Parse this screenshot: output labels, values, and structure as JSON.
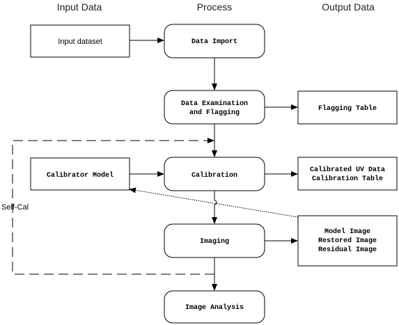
{
  "columns": {
    "input": "Input Data",
    "process": "Process",
    "output": "Output Data"
  },
  "input_boxes": {
    "dataset": "Input dataset",
    "calibrator": "Calibrator Model"
  },
  "process_boxes": {
    "import": "Data Import",
    "examination_line1": "Data Examination",
    "examination_line2": "and Flagging",
    "calibration": "Calibration",
    "imaging": "Imaging",
    "analysis": "Image Analysis"
  },
  "output_boxes": {
    "flagging": "Flagging Table",
    "calib_line1": "Calibrated UV Data",
    "calib_line2": "Calibration Table",
    "image_line1": "Model Image",
    "image_line2": "Restored Image",
    "image_line3": "Residual Image"
  },
  "loop_label": "Self-Cal"
}
